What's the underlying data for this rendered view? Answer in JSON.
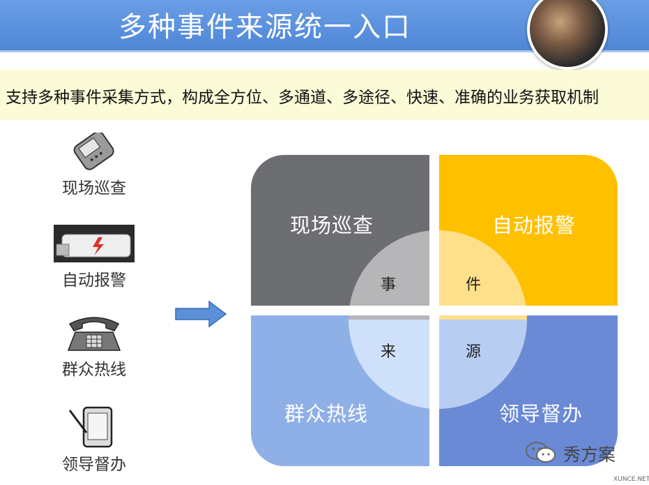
{
  "header": {
    "title": "多种事件来源统一入口"
  },
  "subtitle": "支持多种事件采集方式，构成全方位、多通道、多途径、快速、准确的业务获取机制",
  "sources": [
    {
      "label": "现场巡查",
      "icon": "mobile-phone-icon"
    },
    {
      "label": "自动报警",
      "icon": "alarm-device-icon"
    },
    {
      "label": "群众热线",
      "icon": "telephone-icon"
    },
    {
      "label": "领导督办",
      "icon": "tablet-pen-icon"
    }
  ],
  "quadrants": [
    {
      "label": "现场巡查",
      "color": "#6d6e72"
    },
    {
      "label": "自动报警",
      "color": "#ffc000"
    },
    {
      "label": "群众热线",
      "color": "#8fb0e6"
    },
    {
      "label": "领导督办",
      "color": "#6a8ad6"
    }
  ],
  "center_chars": [
    "事",
    "件",
    "来",
    "源"
  ],
  "watermark": {
    "text": "秀方案",
    "small": "XUNCE.NET"
  },
  "colors": {
    "title_bar": "#5a8fdc",
    "subtitle_band": "#fbfbd8",
    "arrow": "#5b8fd8"
  }
}
